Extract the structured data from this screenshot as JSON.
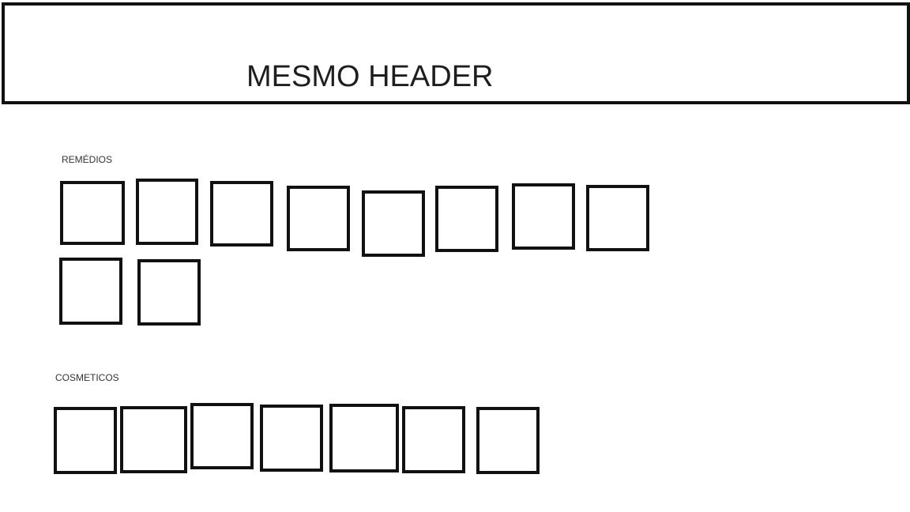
{
  "header": {
    "title": "MESMO HEADER"
  },
  "sections": [
    {
      "label": "REMÉDIOS",
      "item_count": 10
    },
    {
      "label": "COSMETICOS",
      "item_count": 7
    }
  ],
  "colors": {
    "border": "#111111",
    "background": "#ffffff"
  }
}
